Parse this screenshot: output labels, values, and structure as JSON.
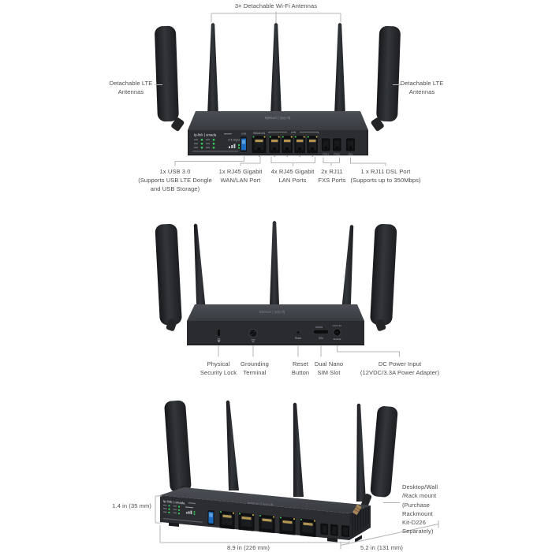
{
  "colors": {
    "usb_blue": "#1d6cbe",
    "led_green": "#35d05a",
    "led_amber": "#e7c04a",
    "leader_line": "#b3b6b9",
    "label_text": "#4a4b4e",
    "body_dark": "#2b2d31"
  },
  "brand": {
    "name": "tp-link",
    "suite": "omada",
    "full": "tp-link | omada"
  },
  "panel": {
    "usb_label": "USB",
    "wan_label": "WAN/LAN",
    "lan_label": "LAN",
    "fxs1": "FXS1",
    "fxs2": "FXS2",
    "dsl": "DSL",
    "lte_signal": "LTE Signal",
    "reset": "Reset",
    "sim": "SIM",
    "power_rating": "12V 3.3A"
  },
  "view_front": {
    "wifi_callout": "3× Detachable Wi-Fi Antennas",
    "lte_left": {
      "lines": [
        "Detachable LTE",
        "Antennas"
      ]
    },
    "lte_right": {
      "lines": [
        "Detachable LTE",
        "Antennas"
      ]
    },
    "callouts": [
      {
        "id": "usb",
        "lines": [
          "1x USB 3.0",
          "(Supports USB LTE Dongle",
          "and USB Storage)"
        ]
      },
      {
        "id": "wan",
        "lines": [
          "1x RJ45 Gigabit",
          "WAN/LAN Port"
        ]
      },
      {
        "id": "lan",
        "lines": [
          "4x RJ45 Gigabit",
          "LAN Ports"
        ]
      },
      {
        "id": "fxs",
        "lines": [
          "2x RJ11",
          "FXS Ports"
        ]
      },
      {
        "id": "dsl",
        "lines": [
          "1 x RJ11 DSL Port",
          "(Supports up to 350Mbps)"
        ]
      }
    ]
  },
  "view_back": {
    "callouts": [
      {
        "id": "lock",
        "lines": [
          "Physical",
          "Security Lock"
        ]
      },
      {
        "id": "ground",
        "lines": [
          "Grounding",
          "Terminal"
        ]
      },
      {
        "id": "reset",
        "lines": [
          "Reset",
          "Button"
        ]
      },
      {
        "id": "sim",
        "lines": [
          "Dual Nano",
          "SIM Slot"
        ]
      },
      {
        "id": "power",
        "lines": [
          "DC Power Input",
          "(12VDC/3.3A Power Adapter)"
        ]
      }
    ]
  },
  "view_angled": {
    "height_dim": "1.4 in (35 mm)",
    "width_dim": "8.9 in (226 mm)",
    "depth_dim": "5.2 in (131 mm)",
    "mount": {
      "lines": [
        "Desktop/Wall",
        "/Rack mount",
        "(Purchase",
        "Rackmount",
        "Kit-D226",
        "Separately)"
      ]
    }
  }
}
